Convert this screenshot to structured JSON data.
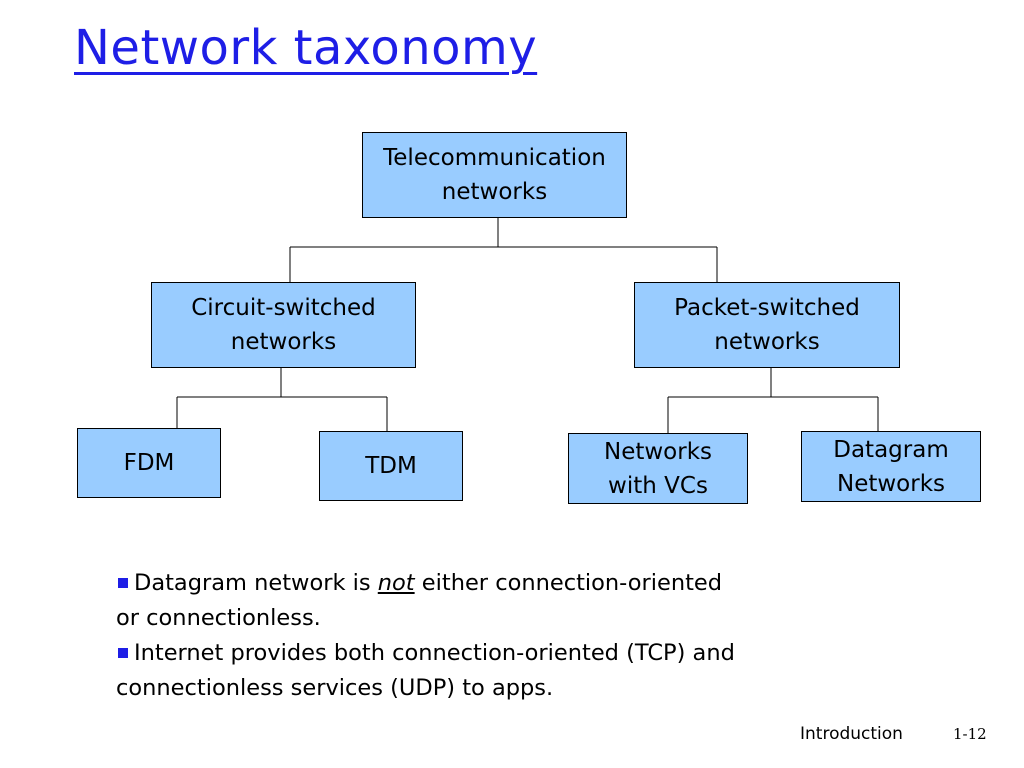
{
  "slide": {
    "title": "Network taxonomy"
  },
  "diagram": {
    "root": {
      "line1": "Telecommunication",
      "line2": "networks"
    },
    "circuit": {
      "line1": "Circuit-switched",
      "line2": "networks"
    },
    "packet": {
      "line1": "Packet-switched",
      "line2": "networks"
    },
    "fdm": {
      "label": "FDM"
    },
    "tdm": {
      "label": "TDM"
    },
    "vc": {
      "line1": "Networks",
      "line2": "with VCs"
    },
    "datagram": {
      "line1": "Datagram",
      "line2": "Networks"
    }
  },
  "bullets": {
    "b1_pre": "Datagram network is ",
    "b1_emph": "not",
    "b1_post": " either connection-oriented",
    "b1_line2": "or connectionless.",
    "b2_line1": "Internet provides both connection-oriented (TCP) and",
    "b2_line2": "connectionless services (UDP) to apps."
  },
  "footer": {
    "label": "Introduction",
    "page": "1-12"
  },
  "colors": {
    "box_fill": "#99ccff",
    "title": "#1e1ee6",
    "bullet": "#1e1ee6"
  }
}
